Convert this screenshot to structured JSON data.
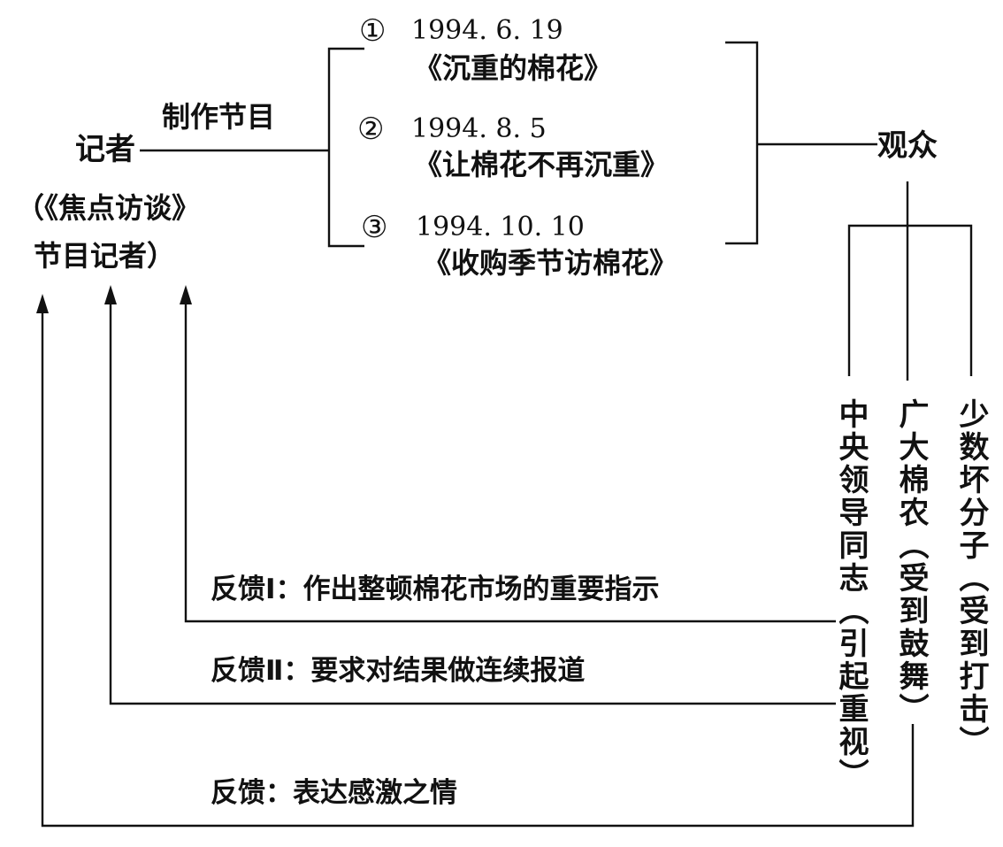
{
  "source": {
    "name": "记者",
    "subtitle_line1": "（《焦点访谈》",
    "subtitle_line2": "节目记者）"
  },
  "action_label": "制作节目",
  "programs": [
    {
      "marker": "①",
      "date": "1994. 6. 19",
      "title": "《沉重的棉花》"
    },
    {
      "marker": "②",
      "date": "1994. 8. 5",
      "title": "《让棉花不再沉重》"
    },
    {
      "marker": "③",
      "date": "1994. 10. 10",
      "title": "《收购季节访棉花》"
    }
  ],
  "audience": "观众",
  "audience_groups": [
    {
      "text": "中央领导同志（引起重视）"
    },
    {
      "text": "广大棉农（受到鼓舞）"
    },
    {
      "text": "少数坏分子（受到打击）"
    }
  ],
  "feedbacks": [
    {
      "text": "反馈Ⅰ：作出整顿棉花市场的重要指示"
    },
    {
      "text": "反馈Ⅱ：要求对结果做连续报道"
    },
    {
      "text": "反馈：表达感激之情"
    }
  ],
  "colors": {
    "ink": "#111111",
    "background": "#ffffff"
  }
}
